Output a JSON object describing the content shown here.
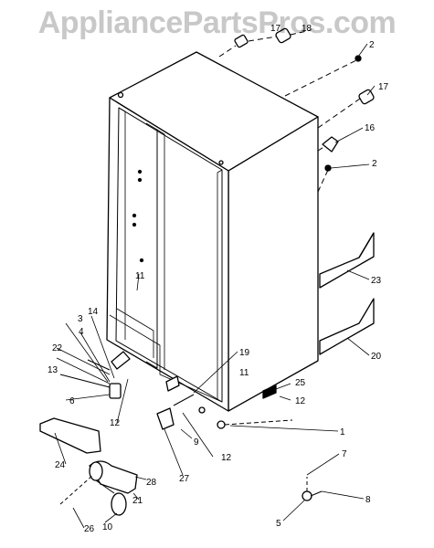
{
  "watermark": "AppliancePartsPros.com",
  "parts": [
    "17",
    "18",
    "2",
    "17",
    "16",
    "2",
    "23",
    "20",
    "11",
    "19",
    "14",
    "3",
    "4",
    "22",
    "13",
    "6",
    "12",
    "11",
    "9",
    "12",
    "27",
    "25",
    "12",
    "1",
    "7",
    "5",
    "8",
    "24",
    "28",
    "21",
    "10",
    "26"
  ],
  "colors": {
    "line": "#000000",
    "watermark": "#c8c8c8"
  }
}
